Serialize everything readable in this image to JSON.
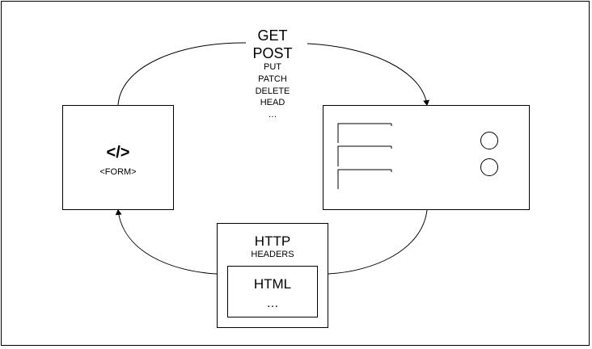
{
  "methods": {
    "primary": [
      "GET",
      "POST"
    ],
    "secondary": [
      "PUT",
      "PATCH",
      "DELETE",
      "HEAD",
      "…"
    ]
  },
  "client": {
    "code_symbol": "</>",
    "form_label": "<FORM>"
  },
  "server": {
    "list_rows": 3,
    "circles": 2
  },
  "response": {
    "http_label": "HTTP",
    "headers_label": "HEADERS",
    "html_label": "HTML",
    "html_more": "…"
  },
  "colors": {
    "stroke": "#000000",
    "background": "#ffffff"
  }
}
